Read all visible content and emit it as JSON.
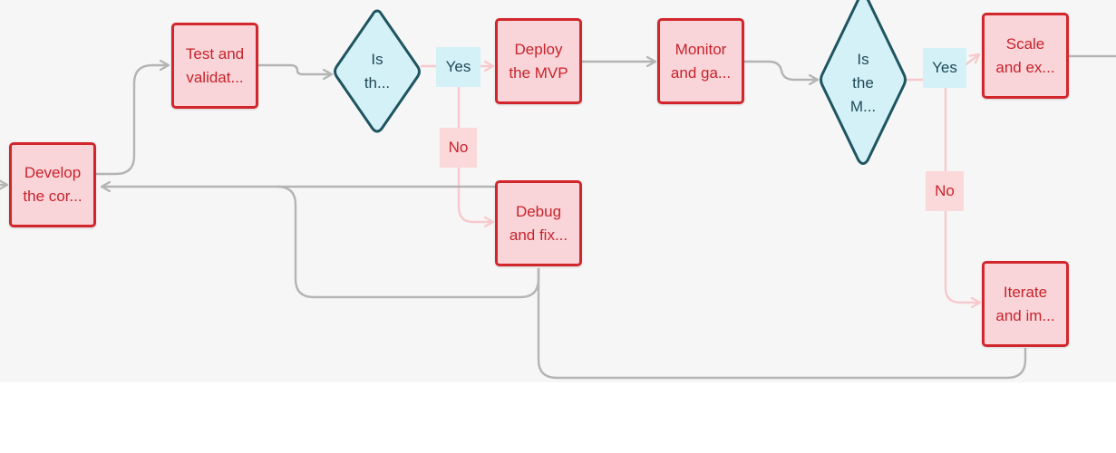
{
  "nodes": {
    "develop": [
      "Develop",
      "the cor..."
    ],
    "test": [
      "Test and",
      "validat..."
    ],
    "deploy": [
      "Deploy",
      "the MVP"
    ],
    "monitor": [
      "Monitor",
      "and ga..."
    ],
    "scale": [
      "Scale",
      "and ex..."
    ],
    "debug": [
      "Debug",
      "and fix..."
    ],
    "iterate": [
      "Iterate",
      "and im..."
    ]
  },
  "decisions": {
    "first": [
      "Is",
      "th..."
    ],
    "second": [
      "Is",
      "the",
      "M..."
    ]
  },
  "badges": {
    "yes1": "Yes",
    "no1": "No",
    "yes2": "Yes",
    "no2": "No"
  },
  "colors": {
    "node_fill": "#f9d5d9",
    "node_border": "#d2262d",
    "decision_fill": "#d5f1f8",
    "decision_border": "#1e5560",
    "edge_gray": "#b4b4b4",
    "edge_pink": "#f7c9cc"
  }
}
